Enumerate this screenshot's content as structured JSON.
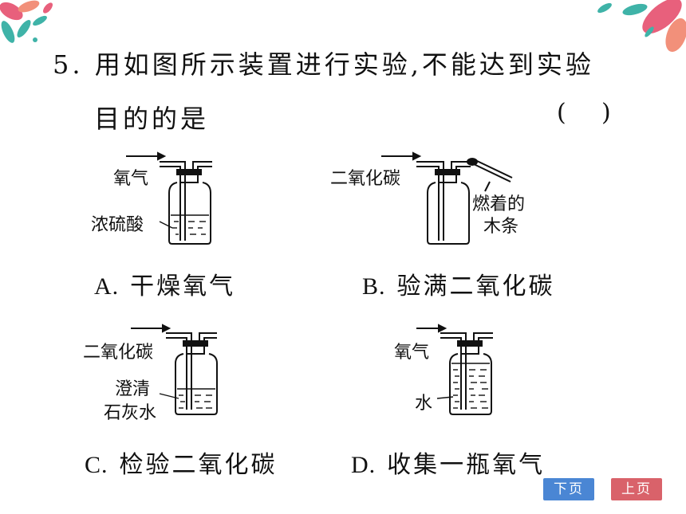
{
  "question": {
    "number": "5.",
    "line1": "用如图所示装置进行实验,不能达到实验",
    "line2": "目的的是",
    "answer_open": "(",
    "answer_close": ")"
  },
  "figures": {
    "a": {
      "gas": "氧气",
      "liquid": "浓硫酸",
      "option_letter": "A.",
      "option_text": "干燥氧气"
    },
    "b": {
      "gas": "二氧化碳",
      "stick_line1": "燃着的",
      "stick_line2": "木条",
      "option_letter": "B.",
      "option_text": "验满二氧化碳"
    },
    "c": {
      "gas": "二氧化碳",
      "liquid_line1": "澄清",
      "liquid_line2": "石灰水",
      "option_letter": "C.",
      "option_text": "检验二氧化碳"
    },
    "d": {
      "gas": "氧气",
      "liquid": "水",
      "option_letter": "D.",
      "option_text": "收集一瓶氧气"
    }
  },
  "nav": {
    "next_label": "下页",
    "prev_label": "上页",
    "next_color": "#4a86d4",
    "prev_color": "#d9626a"
  },
  "decor": {
    "leaf_teal": "#3fb3a8",
    "leaf_pink": "#e8607c",
    "leaf_coral": "#f2907a"
  }
}
